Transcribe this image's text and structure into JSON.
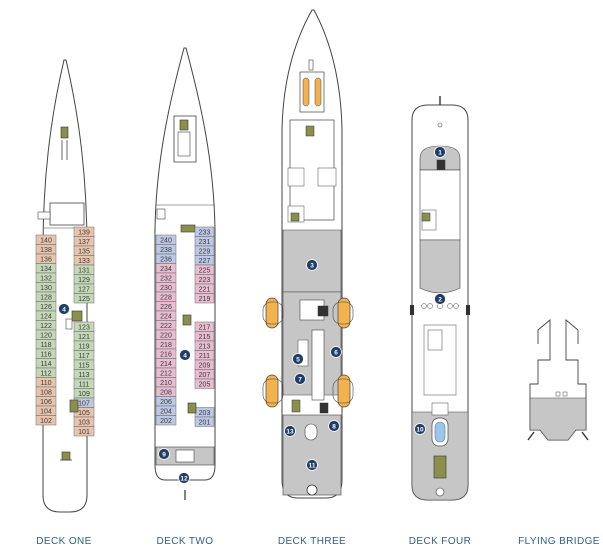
{
  "decks": [
    {
      "name": "DECK ONE"
    },
    {
      "name": "DECK TWO"
    },
    {
      "name": "DECK THREE"
    },
    {
      "name": "DECK FOUR"
    },
    {
      "name": "FLYING BRIDGE"
    }
  ],
  "colors": {
    "outline": "#444444",
    "tan": "#e8c4ae",
    "green": "#c4d8b8",
    "blue": "#bcc8e4",
    "pink": "#e8bdd0",
    "public_area": "#c6c6c6",
    "marker": "#1f3d66",
    "lifeboat": "#f2b24d",
    "olive": "#8a8f4c",
    "label": "#2e5f8a"
  },
  "deck_one": {
    "left_cabins": [
      {
        "no": "140",
        "c": "tan"
      },
      {
        "no": "138",
        "c": "tan"
      },
      {
        "no": "136",
        "c": "tan"
      },
      {
        "no": "134",
        "c": "green"
      },
      {
        "no": "132",
        "c": "green"
      },
      {
        "no": "130",
        "c": "green"
      },
      {
        "no": "128",
        "c": "green"
      },
      {
        "no": "126",
        "c": "green"
      },
      {
        "no": "124",
        "c": "green"
      },
      {
        "no": "122",
        "c": "green"
      },
      {
        "no": "120",
        "c": "green"
      },
      {
        "no": "118",
        "c": "green"
      },
      {
        "no": "116",
        "c": "green"
      },
      {
        "no": "114",
        "c": "green"
      },
      {
        "no": "112",
        "c": "green"
      },
      {
        "no": "110",
        "c": "tan"
      },
      {
        "no": "108",
        "c": "tan"
      },
      {
        "no": "106",
        "c": "tan"
      },
      {
        "no": "104",
        "c": "tan"
      },
      {
        "no": "102",
        "c": "tan"
      }
    ],
    "right_cabins": [
      {
        "no": "139",
        "c": "tan"
      },
      {
        "no": "137",
        "c": "tan"
      },
      {
        "no": "135",
        "c": "tan"
      },
      {
        "no": "133",
        "c": "tan"
      },
      {
        "no": "131",
        "c": "green"
      },
      {
        "no": "129",
        "c": "green"
      },
      {
        "no": "127",
        "c": "green"
      },
      {
        "no": "125",
        "c": "green"
      },
      {
        "no": "",
        "c": "none"
      },
      {
        "no": "",
        "c": "none"
      },
      {
        "no": "123",
        "c": "green"
      },
      {
        "no": "121",
        "c": "green"
      },
      {
        "no": "119",
        "c": "green"
      },
      {
        "no": "117",
        "c": "green"
      },
      {
        "no": "115",
        "c": "green"
      },
      {
        "no": "113",
        "c": "green"
      },
      {
        "no": "111",
        "c": "green"
      },
      {
        "no": "109",
        "c": "green"
      },
      {
        "no": "107",
        "c": "blue"
      },
      {
        "no": "105",
        "c": "tan"
      },
      {
        "no": "103",
        "c": "tan"
      },
      {
        "no": "101",
        "c": "tan"
      }
    ],
    "markers": [
      "4"
    ]
  },
  "deck_two": {
    "left_cabins": [
      {
        "no": "240",
        "c": "blue"
      },
      {
        "no": "238",
        "c": "blue"
      },
      {
        "no": "236",
        "c": "blue"
      },
      {
        "no": "234",
        "c": "pink"
      },
      {
        "no": "232",
        "c": "pink"
      },
      {
        "no": "230",
        "c": "pink"
      },
      {
        "no": "228",
        "c": "pink"
      },
      {
        "no": "226",
        "c": "pink"
      },
      {
        "no": "224",
        "c": "pink"
      },
      {
        "no": "222",
        "c": "pink"
      },
      {
        "no": "220",
        "c": "pink"
      },
      {
        "no": "218",
        "c": "pink"
      },
      {
        "no": "216",
        "c": "pink"
      },
      {
        "no": "214",
        "c": "pink"
      },
      {
        "no": "212",
        "c": "pink"
      },
      {
        "no": "210",
        "c": "pink"
      },
      {
        "no": "208",
        "c": "pink"
      },
      {
        "no": "206",
        "c": "blue"
      },
      {
        "no": "204",
        "c": "blue"
      },
      {
        "no": "202",
        "c": "blue"
      }
    ],
    "right_cabins": [
      {
        "no": "233",
        "c": "blue"
      },
      {
        "no": "231",
        "c": "blue"
      },
      {
        "no": "229",
        "c": "blue"
      },
      {
        "no": "227",
        "c": "blue"
      },
      {
        "no": "225",
        "c": "pink"
      },
      {
        "no": "223",
        "c": "pink"
      },
      {
        "no": "221",
        "c": "pink"
      },
      {
        "no": "219",
        "c": "pink"
      },
      {
        "no": "",
        "c": "none"
      },
      {
        "no": "",
        "c": "none"
      },
      {
        "no": "217",
        "c": "pink"
      },
      {
        "no": "215",
        "c": "pink"
      },
      {
        "no": "213",
        "c": "pink"
      },
      {
        "no": "211",
        "c": "pink"
      },
      {
        "no": "209",
        "c": "pink"
      },
      {
        "no": "207",
        "c": "pink"
      },
      {
        "no": "205",
        "c": "pink"
      },
      {
        "no": "",
        "c": "none"
      },
      {
        "no": "",
        "c": "none"
      },
      {
        "no": "203",
        "c": "blue"
      },
      {
        "no": "201",
        "c": "blue"
      }
    ],
    "markers": [
      "4",
      "9",
      "12"
    ]
  },
  "deck_three": {
    "markers": [
      "3",
      "5",
      "6",
      "7",
      "8",
      "11",
      "13"
    ]
  },
  "deck_four": {
    "markers": [
      "1",
      "2",
      "10"
    ]
  }
}
